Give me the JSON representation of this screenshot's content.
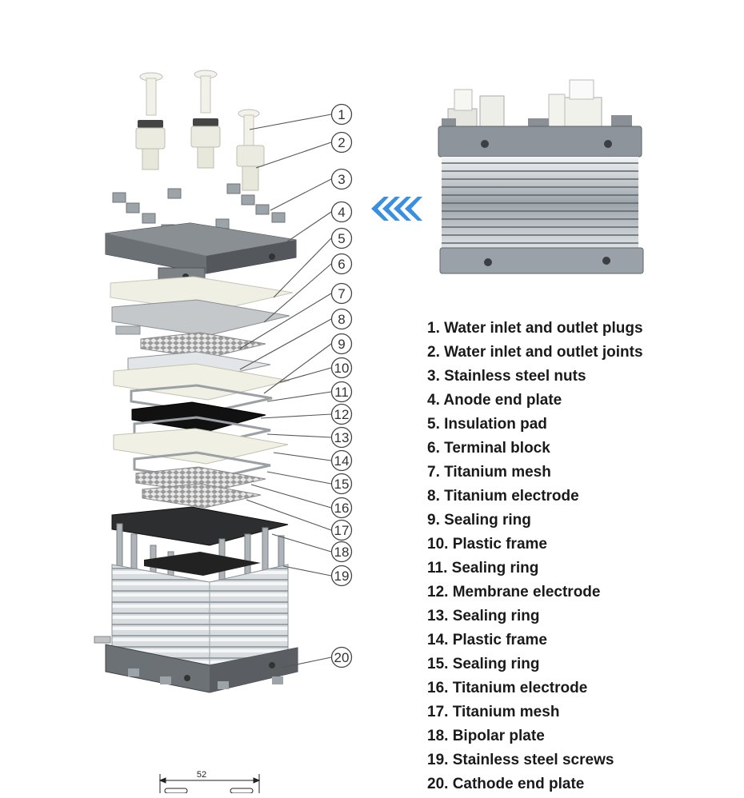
{
  "legend": [
    "1. Water inlet and outlet plugs",
    "2. Water inlet and outlet joints",
    "3. Stainless steel nuts",
    "4. Anode end plate",
    "5. Insulation pad",
    "6. Terminal block",
    "7. Titanium mesh",
    "8. Titanium electrode",
    "9. Sealing ring",
    "10. Plastic frame",
    "11. Sealing ring",
    "12. Membrane electrode",
    "13. Sealing ring",
    "14. Plastic frame",
    "15. Sealing ring",
    "16. Titanium electrode",
    "17. Titanium mesh",
    "18. Bipolar plate",
    "19. Stainless steel screws",
    "20. Cathode end plate"
  ],
  "callouts": [
    "1",
    "2",
    "3",
    "4",
    "5",
    "6",
    "7",
    "8",
    "9",
    "10",
    "11",
    "12",
    "13",
    "14",
    "15",
    "16",
    "17",
    "18",
    "19",
    "20"
  ],
  "dimension": {
    "label": "52"
  },
  "arrow": {
    "icon": "triple-chevron-left-icon",
    "color": "#3a8fe0"
  }
}
